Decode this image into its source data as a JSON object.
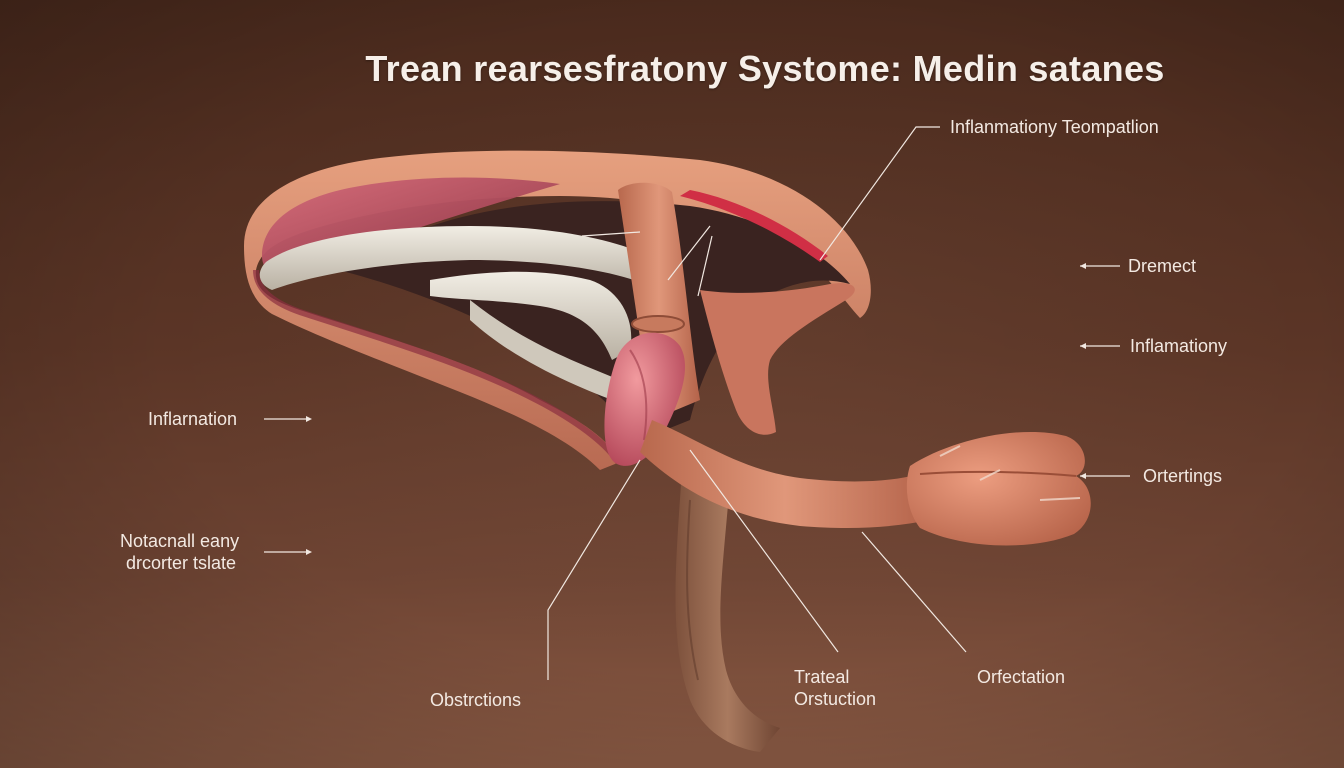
{
  "title": "Trean rearsesfratony Systome: Medin satanes",
  "labels": {
    "top_right": "Inflanmationy Teompatlion",
    "dremect": "Dremect",
    "inflamationy": "Inflamationy",
    "ortertings": "Ortertings",
    "inflarnation": "Inflarnation",
    "notacnall_line1": "Notacnall eany",
    "notacnall_line2": "drcorter tslate",
    "obstrctions": "Obstrctions",
    "trateal_line1": "Trateal",
    "trateal_line2": "Orstuction",
    "orfectation": "Orfectation"
  },
  "colors": {
    "background_top": "#4a2a1d",
    "background_bottom": "#8a5a44",
    "tissue": "#d9876a",
    "mucosa": "#c4546a",
    "cartilage": "#d8d2c6",
    "text": "#f3e9e2"
  }
}
